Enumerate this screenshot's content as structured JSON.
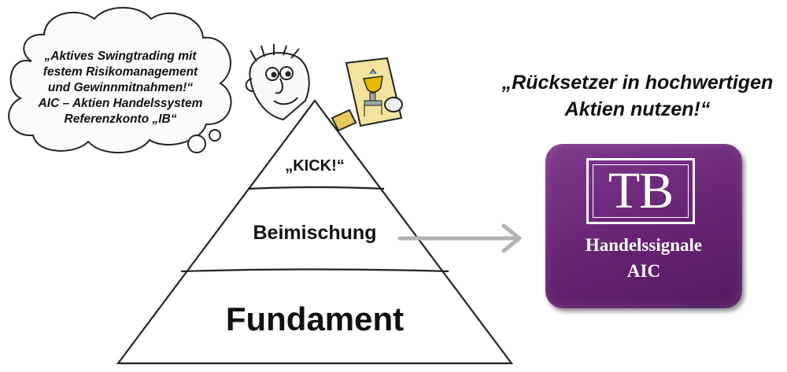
{
  "thought_bubble": {
    "lines": [
      "„Aktives Swingtrading mit",
      "festem Risikomanagement",
      "und Gewinnmitnahmen!“",
      "AIC – Aktien Handelssystem",
      "Referenzkonto „IB“"
    ]
  },
  "pyramid": {
    "top_label": "„KICK!“",
    "middle_label": "Beimischung",
    "bottom_label": "Fundament"
  },
  "quote": {
    "lines": [
      "„Rücksetzer in hochwertigen",
      "Aktien nutzen!“"
    ]
  },
  "badge": {
    "logo_text": "TB",
    "line1": "Handelssignale",
    "line2": "AIC",
    "color": "#6a2577"
  },
  "arrow_color": "#b3b3b3"
}
